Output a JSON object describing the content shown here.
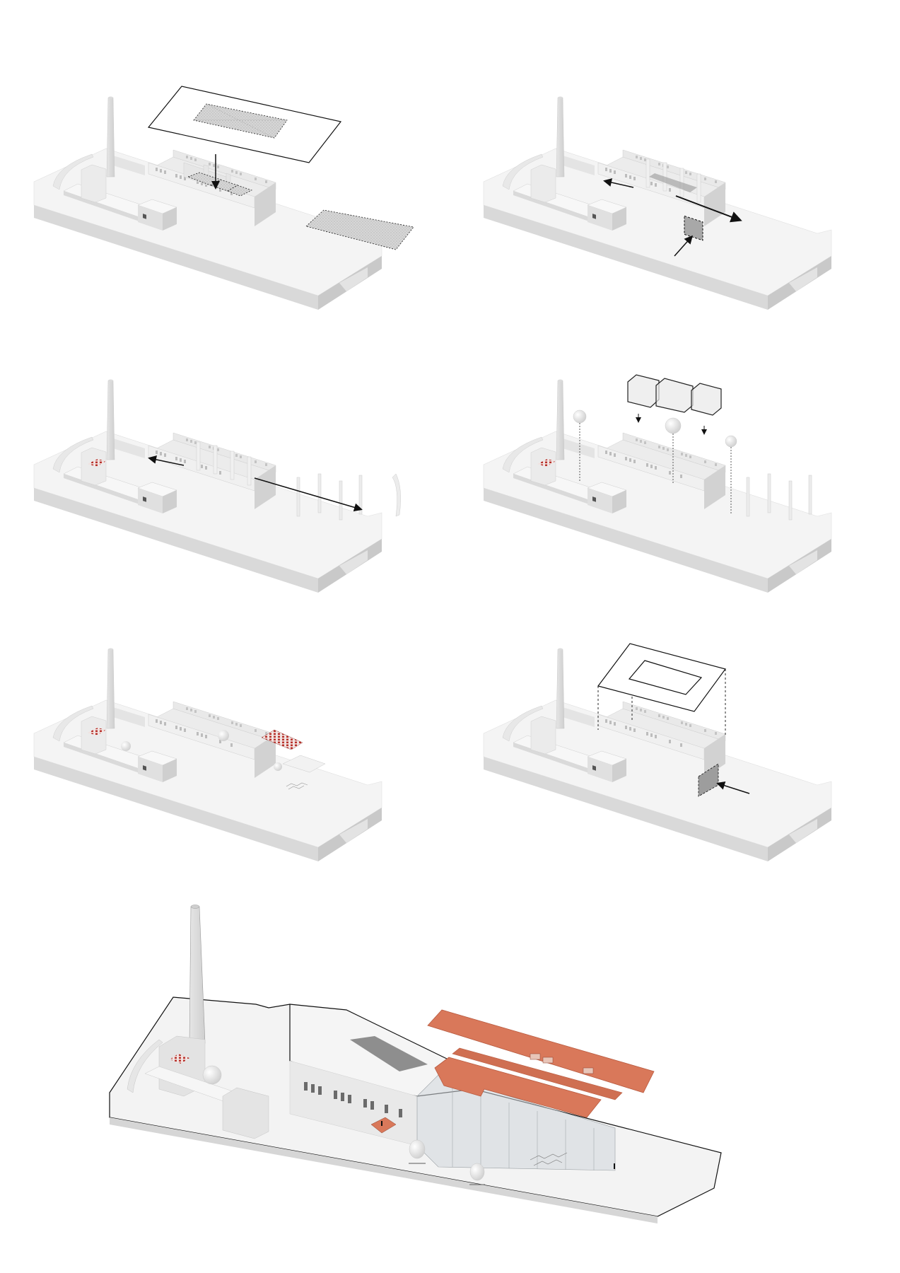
{
  "diagram": {
    "type": "axonometric-sequence",
    "panel_count": 7,
    "colors": {
      "background": "#ffffff",
      "model_top": "#f4f4f4",
      "model_side": "#e2e2e2",
      "model_front": "#d4d4d4",
      "outline": "#1a1a1a",
      "hatch": "#bdbdbd",
      "seating_red": "#b8322c",
      "roof_terracotta": "#d9785a",
      "roof_terracotta_dark": "#b85b40",
      "glass": "#cfd6da"
    },
    "panels": [
      {
        "id": 1,
        "description": "Roof plane lifted above factory hall; arrow pointing down into hall; dotted hatched courtyard area to the right",
        "annotations": [
          "roof-plane-outline",
          "down-arrow",
          "dotted-hatched-area"
        ]
      },
      {
        "id": 2,
        "description": "Hall opened up; arrows indicating circulation left, right, and entry from front",
        "annotations": [
          "left-arrow",
          "double-right-arrow",
          "entry-arrow",
          "dashed-opening"
        ]
      },
      {
        "id": 3,
        "description": "Seating added by chimney; circulation arrows; new frame extension to the right",
        "annotations": [
          "left-arrow",
          "right-arrow",
          "red-seating"
        ]
      },
      {
        "id": 4,
        "description": "Three glass box modules descending into hall; spherical lanterns on dotted posts",
        "annotations": [
          "module-boxes",
          "down-arrows",
          "sphere-lanterns",
          "dotted-lines"
        ]
      },
      {
        "id": 5,
        "description": "Red tiered seating installed in extension; spheres placed in courtyard and hall",
        "annotations": [
          "red-seating-tiers",
          "spheres",
          "stairs"
        ]
      },
      {
        "id": 6,
        "description": "New roof frame with courtyard opening projected over hall; side entry arrow",
        "annotations": [
          "roof-frame-outline",
          "dashed-projection-lines",
          "entry-arrow",
          "shaded-opening"
        ]
      },
      {
        "id": 7,
        "description": "Final scheme: terracotta roofs, glazed extension, chimney, sphere sculptures, stairs",
        "annotations": [
          "terracotta-roof",
          "glass-structure",
          "chimney",
          "spheres",
          "stairs",
          "human-figures"
        ]
      }
    ]
  }
}
